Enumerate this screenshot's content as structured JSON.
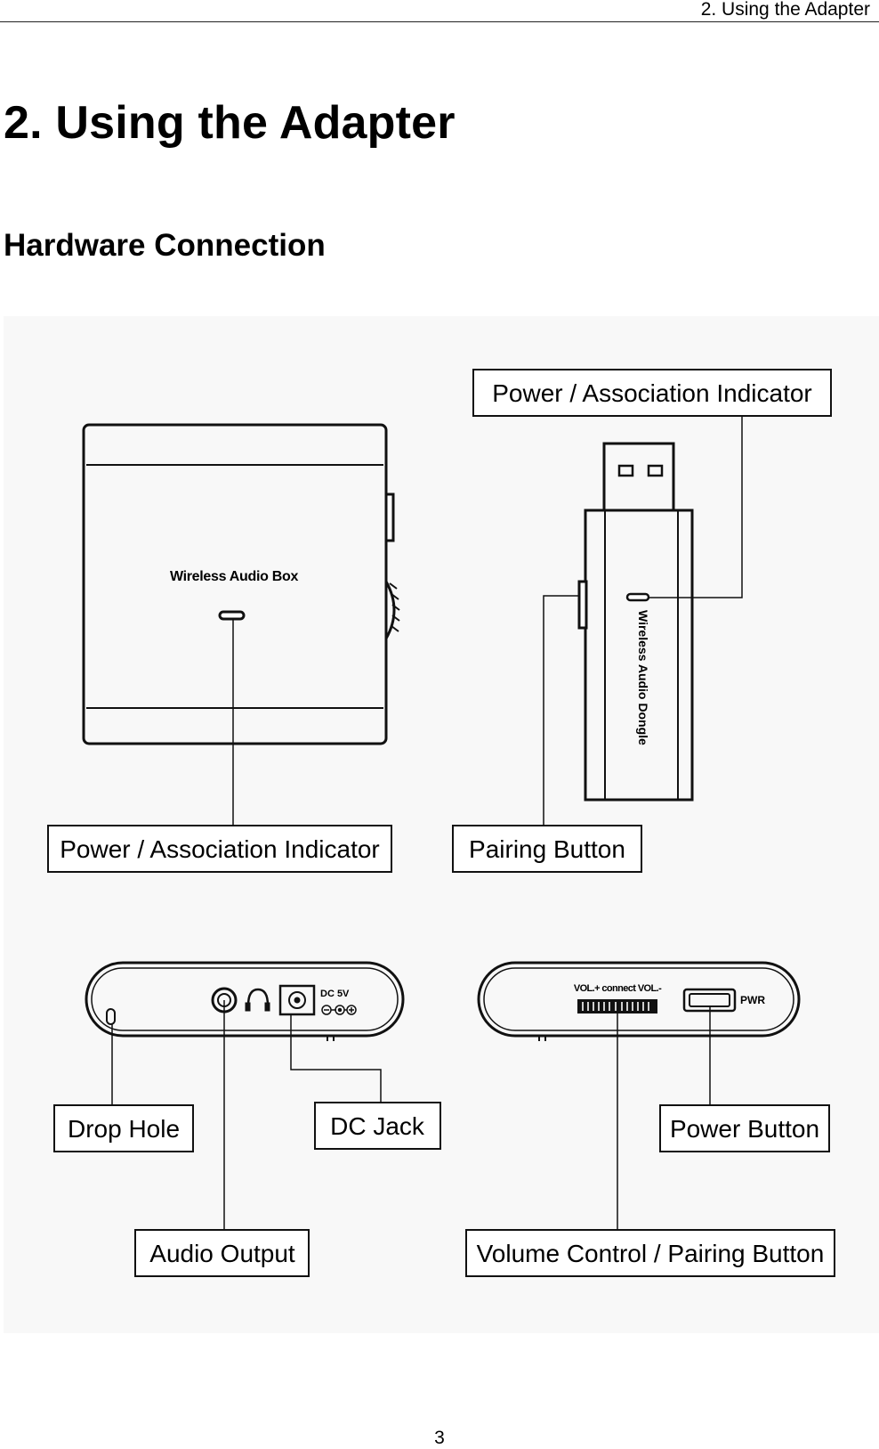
{
  "running_header": "2. Using the Adapter",
  "page_title": "2. Using the Adapter",
  "section_heading": "Hardware Connection",
  "figure": {
    "box_name": "Wireless Audio Box",
    "dongle_name": "Wireless Audio Dongle",
    "labels": {
      "dongle_indicator": "Power / Association Indicator",
      "box_indicator": "Power / Association Indicator",
      "pairing_button": "Pairing Button",
      "drop_hole": "Drop Hole",
      "dc_jack": "DC Jack",
      "audio_output": "Audio Output",
      "power_button": "Power Button",
      "volume_pairing": "Volume Control / Pairing Button"
    },
    "panel_text": {
      "dc_5v": "DC 5V",
      "vol_connect": "VOL.+ connect VOL.-",
      "pwr": "PWR"
    }
  },
  "page_number": "3"
}
